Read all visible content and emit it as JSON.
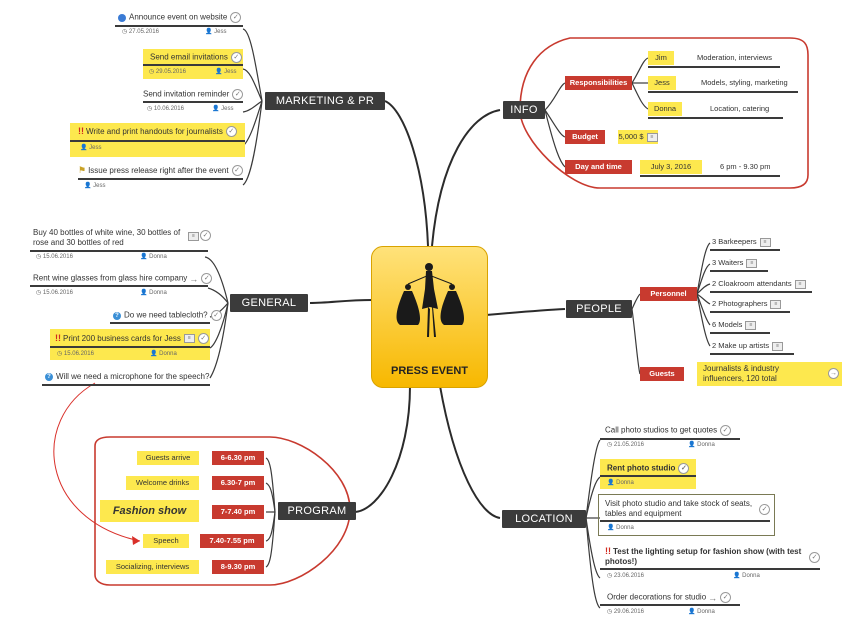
{
  "central": {
    "title": "PRESS EVENT"
  },
  "branches": {
    "marketing": "MARKETING & PR",
    "info": "INFO",
    "general": "GENERAL",
    "people": "PEOPLE",
    "program": "PROGRAM",
    "location": "LOCATION"
  },
  "marketing_tasks": [
    {
      "text": "Announce event on website",
      "date": "27.05.2016",
      "person": "Jess"
    },
    {
      "text": "Send email invitations",
      "date": "29.05.2016",
      "person": "Jess"
    },
    {
      "text": "Send invitation reminder",
      "date": "10.06.2016",
      "person": "Jess"
    },
    {
      "text": "Write and print handouts for journalists",
      "person": "Jess"
    },
    {
      "text": "Issue press release right after the event",
      "person": "Jess"
    }
  ],
  "info": {
    "responsibilities_label": "Responsibilities",
    "responsibilities": [
      {
        "name": "Jim",
        "role": "Moderation, interviews"
      },
      {
        "name": "Jess",
        "role": "Models, styling, marketing"
      },
      {
        "name": "Donna",
        "role": "Location, catering"
      }
    ],
    "budget_label": "Budget",
    "budget_value": "5,000 $",
    "datetime_label": "Day and time",
    "date_value": "July 3, 2016",
    "time_value": "6 pm - 9.30 pm"
  },
  "general_tasks": [
    {
      "text": "Buy 40 bottles of white wine, 30 bottles of rose and 30 bottles of red",
      "date": "15.06.2016",
      "person": "Donna"
    },
    {
      "text": "Rent wine glasses from glass hire company",
      "date": "15.06.2016",
      "person": "Donna"
    },
    {
      "text": "Do we need tablecloth?"
    },
    {
      "text": "Print 200 business cards for Jess",
      "date": "15.06.2016",
      "person": "Donna"
    },
    {
      "text": "Will we need a microphone for the speech?"
    }
  ],
  "people": {
    "personnel_label": "Personnel",
    "personnel": [
      "3 Barkeepers",
      "3 Waiters",
      "2 Cloakroom attendants",
      "2 Photographers",
      "6 Models",
      "2 Make up artists"
    ],
    "guests_label": "Guests",
    "guests_value": "Journalists & industry influencers, 120 total"
  },
  "program": [
    {
      "activity": "Guests arrive",
      "time": "6-6.30 pm"
    },
    {
      "activity": "Welcome drinks",
      "time": "6.30-7 pm"
    },
    {
      "activity": "Fashion show",
      "time": "7-7.40 pm"
    },
    {
      "activity": "Speech",
      "time": "7.40-7.55 pm"
    },
    {
      "activity": "Socializing, interviews",
      "time": "8-9.30 pm"
    }
  ],
  "location_tasks": [
    {
      "text": "Call photo studios to get quotes",
      "date": "21.05.2016",
      "person": "Donna"
    },
    {
      "text": "Rent photo studio",
      "person": "Donna"
    },
    {
      "text": "Visit photo studio and take stock of seats, tables and equipment",
      "person": "Donna"
    },
    {
      "text": "Test the lighting setup for fashion show (with test photos!)",
      "date": "23.06.2016",
      "person": "Donna"
    },
    {
      "text": "Order decorations for studio",
      "date": "29.06.2016",
      "person": "Donna"
    }
  ],
  "colors": {
    "red": "#c83a2f",
    "yellow": "#fde84e",
    "dark": "#3b3b3b",
    "central": "#f7b800"
  }
}
